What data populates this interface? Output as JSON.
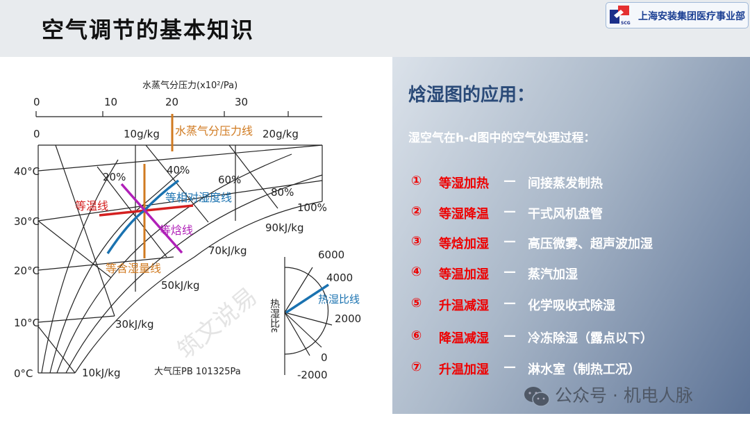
{
  "header": {
    "title": "空气调节的基本知识",
    "logo_text": "上海安装集团医疗事业部",
    "logo_mark": "SCG"
  },
  "diagram": {
    "pressure_axis_title": "水蒸气分压力(x10²/Pa)",
    "pressure_ticks": [
      "0",
      "10",
      "20",
      "30"
    ],
    "moisture_ticks": [
      "0",
      "10g/kg",
      "20g/kg"
    ],
    "temperature_labels": [
      "40°C",
      "30°C",
      "20°C",
      "10°C",
      "0°C"
    ],
    "rh_labels": [
      "20%",
      "40%",
      "60%",
      "80%",
      "100%"
    ],
    "enthalpy_labels": [
      "90kJ/kg",
      "70kJ/kg",
      "50kJ/kg",
      "30kJ/kg",
      "10kJ/kg"
    ],
    "annotations": {
      "vapor_pressure_line": "水蒸气分压力线",
      "isotherm": "等温线",
      "relative_humidity_line": "等相对湿度线",
      "isenthalpic_line": "等焓线",
      "moisture_content_line": "等含湿量线",
      "heat_moisture_ratio_line": "热湿比线"
    },
    "atmospheric_pressure": "大气压PB 101325Pa",
    "ratio_title": "热湿比ε",
    "ratio_ticks": [
      "6000",
      "4000",
      "2000",
      "0",
      "-2000"
    ],
    "colors": {
      "orange": "#d07a20",
      "red": "#d42020",
      "blue": "#1a72b0",
      "magenta": "#b020b8"
    },
    "watermark": "筑文说易"
  },
  "panel": {
    "heading": "焓湿图的应用：",
    "subheading": "湿空气在h-d图中的空气处理过程：",
    "items": [
      {
        "num": "①",
        "label": "等湿加热",
        "dash": "—",
        "desc": "间接蒸发制热"
      },
      {
        "num": "②",
        "label": "等湿降温",
        "dash": "—",
        "desc": "干式风机盘管"
      },
      {
        "num": "③",
        "label": "等焓加湿",
        "dash": "—",
        "desc": "高压微雾、超声波加湿"
      },
      {
        "num": "④",
        "label": "等温加湿",
        "dash": "—",
        "desc": "蒸汽加湿"
      },
      {
        "num": "⑤",
        "label": "升温减湿",
        "dash": "—",
        "desc": "化学吸收式除湿"
      },
      {
        "num": "⑥",
        "label": "降温减湿",
        "dash": "—",
        "desc": "冷冻除湿（露点以下）"
      },
      {
        "num": "⑦",
        "label": "升温加湿",
        "dash": "—",
        "desc": "淋水室（制热工况）"
      }
    ],
    "watermark": "公众号 · 机电人脉"
  }
}
